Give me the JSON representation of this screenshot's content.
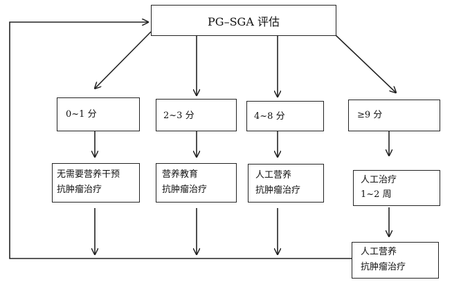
{
  "title": "PG–SGA 评估",
  "scores": [
    {
      "label": "0~1 分",
      "lines": [
        "无需要营养干预",
        "抗肿瘤治疗"
      ]
    },
    {
      "label": "2~3 分",
      "lines": [
        "营养教育",
        "抗肿瘤治疗"
      ]
    },
    {
      "label": "4~8 分",
      "lines": [
        "人工营养",
        "抗肿瘤治疗"
      ]
    },
    {
      "label": "≥9 分",
      "lines": [
        "人工治疗",
        "1~2 周"
      ]
    }
  ],
  "final": {
    "lines": [
      "人工营养",
      "抗肿瘤治疗"
    ]
  }
}
